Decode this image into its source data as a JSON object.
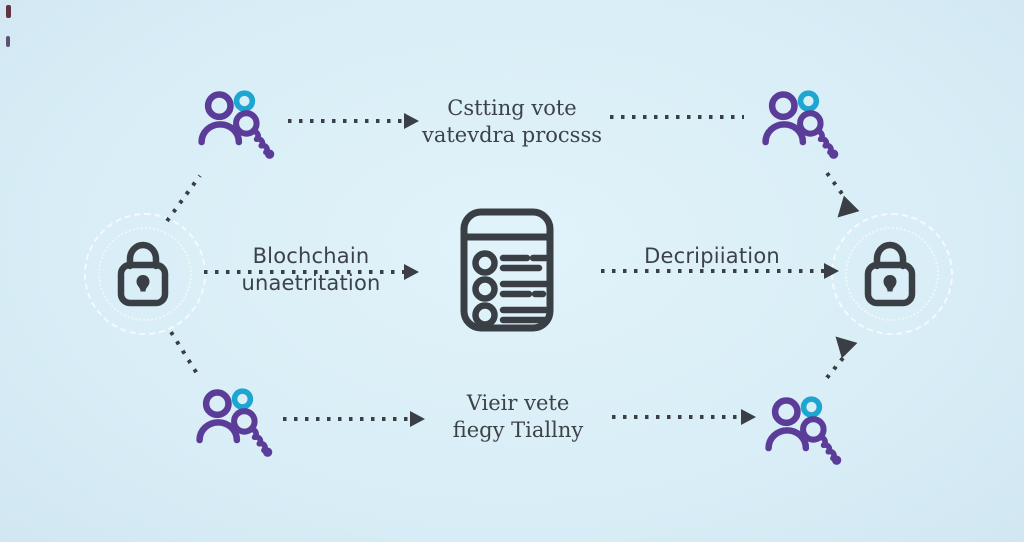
{
  "diagram": {
    "title": "blockchain-voting-process-diagram",
    "labels": {
      "top_line1": "Cstting vote",
      "top_line2": "vatevdra procsss",
      "mid_left": "Blochchain unaetritation",
      "mid_right": "Decripiiation",
      "bottom_line1": "Vieir vete",
      "bottom_line2": "fiegy Tiallny"
    },
    "nodes": [
      {
        "id": "voter-top-left",
        "icon": "voter-key-icon"
      },
      {
        "id": "voter-top-right",
        "icon": "voter-key-icon"
      },
      {
        "id": "voter-bottom-left",
        "icon": "voter-key-icon"
      },
      {
        "id": "voter-bottom-right",
        "icon": "voter-key-icon"
      },
      {
        "id": "lock-left",
        "icon": "padlock-icon"
      },
      {
        "id": "lock-right",
        "icon": "padlock-icon"
      },
      {
        "id": "ballot-center",
        "icon": "ballot-list-icon"
      }
    ],
    "colors": {
      "background": "#d8edf6",
      "stroke": "#3a3f46",
      "text": "#3d424a",
      "purple": "#5b3d99",
      "teal": "#1ea6d2",
      "mandala": "#ffffff"
    }
  }
}
